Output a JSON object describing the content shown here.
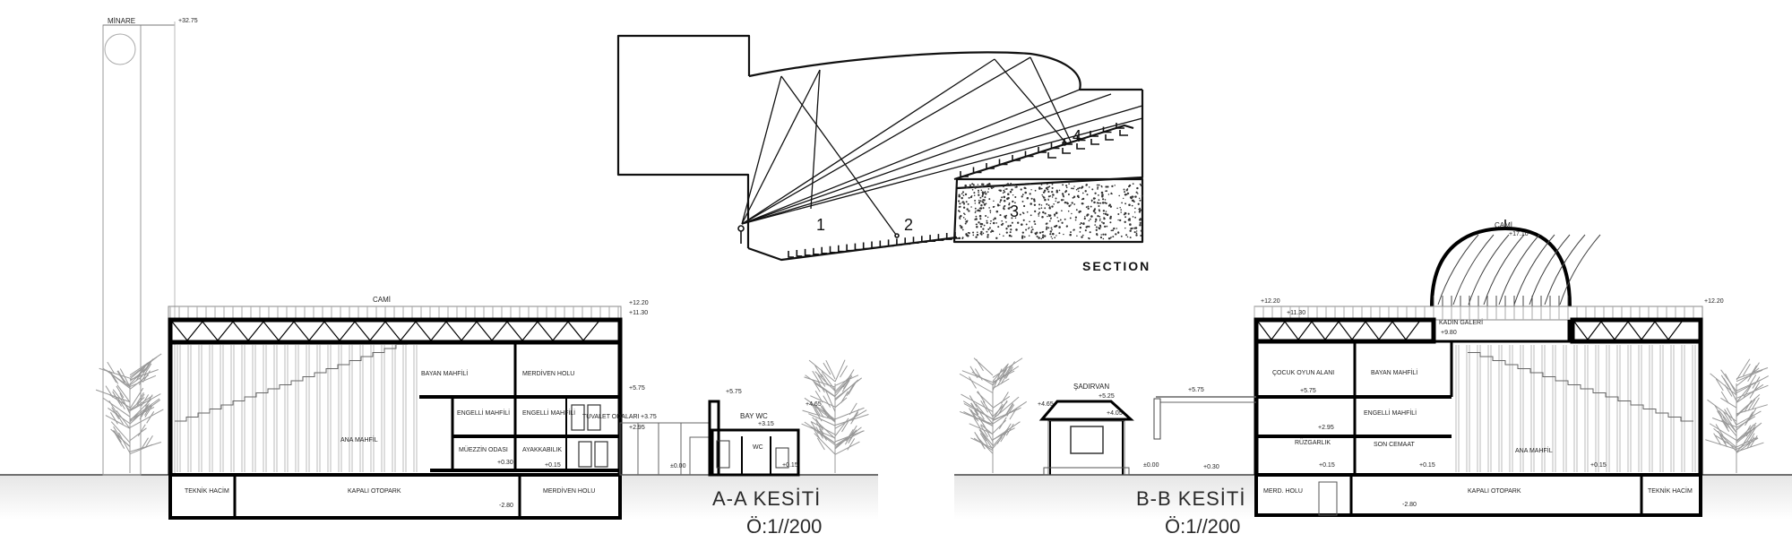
{
  "acoustic_diagram": {
    "caption": "SECTION",
    "ray_labels": [
      "1",
      "2",
      "3",
      "4"
    ]
  },
  "section_aa": {
    "title": "A-A  KESİTİ",
    "scale": "Ö:1//200",
    "building_label": "CAMİ",
    "minaret_label": "MİNARE",
    "levels": {
      "minaret_top": "+32.75",
      "roof_top": "+12.20",
      "roof": "+11.30",
      "upper_floor": "+5.75",
      "annex": "+3.75",
      "mid": "+2.95",
      "ground": "+0.30",
      "basement": "-2.80",
      "wc_top": "+5.75",
      "wc_roof": "+4.65",
      "wc_mid": "+3.15",
      "wc_floor": "+0.15",
      "entry": "+0.15",
      "porch": "±0.00"
    },
    "rooms": {
      "bayan_mahfili": "BAYAN MAHFİLİ",
      "merdiven_holu_upper": "MERDİVEN HOLU",
      "engelli_mahfili_1": "ENGELLİ MAHFİLİ",
      "engelli_mahfili_2": "ENGELLİ MAHFİLİ",
      "tuvalet": "TUVALET ODALARI",
      "ana_mahfil": "ANA MAHFİL",
      "muezzin": "MÜEZZİN ODASI",
      "ayakkabilik": "AYAKKABILIK",
      "teknik_hacim": "TEKNİK HACİM",
      "kapali_otopark": "KAPALI OTOPARK",
      "merdiven_holu_lower": "MERDİVEN HOLU",
      "bay_wc": "BAY WC",
      "wc": "WC"
    }
  },
  "section_bb": {
    "title": "B-B  KESİTİ",
    "scale": "Ö:1//200",
    "building_label": "CAMİ",
    "sadirvan_label": "ŞADIRVAN",
    "levels": {
      "dome_top": "+17.10",
      "roof_top_left": "+12.20",
      "roof_left": "+11.30",
      "roof_top_right": "+12.20",
      "sadirvan_top": "+5.25",
      "sadirvan_eave": "+4.65",
      "sadirvan_mid": "+4.05",
      "canopy": "+5.75",
      "upper": "+5.75",
      "dome_base": "+9.80",
      "mid": "+2.95",
      "ground_left": "+0.15",
      "ground_mid": "+0.15",
      "ground_right": "+0.15",
      "plaza": "+0.30",
      "sad_floor": "±0.00",
      "basement": "-2.80"
    },
    "rooms": {
      "cocuk": "ÇOCUK OYUN ALANI",
      "bayan_mahfili": "BAYAN MAHFİLİ",
      "engelli_mahfili": "ENGELLİ MAHFİLİ",
      "ruzgarlik": "RÜZGARLIK",
      "son_cemaat": "SON CEMAAT",
      "ana_mahfil": "ANA MAHFİL",
      "merd_holu": "MERD. HOLU",
      "kapali_otopark": "KAPALI OTOPARK",
      "teknik_hacim": "TEKNİK HACİM",
      "kadin_galeri": "KADIN GALERİ"
    }
  }
}
